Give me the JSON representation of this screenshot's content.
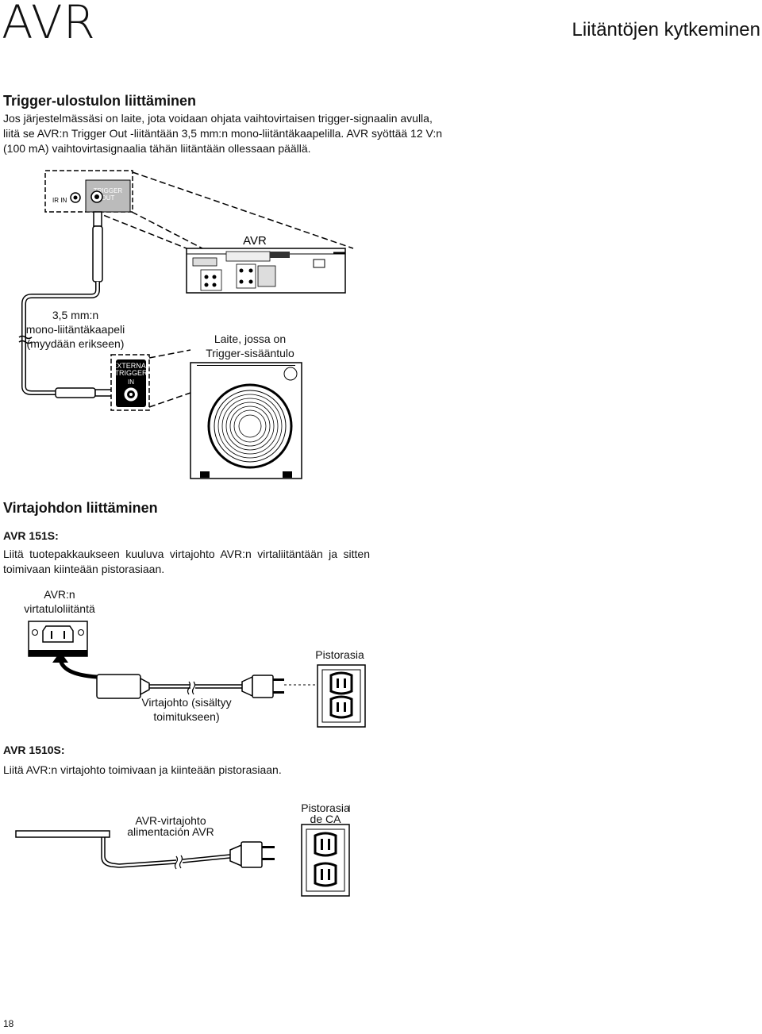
{
  "header": {
    "brand": "AVR",
    "chapter_title": "Liitäntöjen kytkeminen"
  },
  "trigger_section": {
    "heading": "Trigger-ulostulon liittäminen",
    "body_lines": [
      "Jos järjestelmässäsi on laite, jota voidaan ohjata vaihtovirtaisen trigger-signaalin avulla,",
      "liitä se AVR:n Trigger Out -liitäntään 3,5 mm:n mono-liitäntäkaapelilla. AVR syöttää 12 V:n",
      "(100 mA) vaihtovirtasignaalia tähän liitäntään ollessaan päällä."
    ],
    "diagram": {
      "ir_in_label": "IR IN",
      "trigger_out_label_1": "TRIGGER",
      "trigger_out_label_2": "OUT",
      "avr_label": "AVR",
      "cable_label_lines": [
        "3,5 mm:n",
        "mono-liitäntäkaapeli",
        "(myydään erikseen)"
      ],
      "device_label_lines": [
        "Laite, jossa on",
        "Trigger-sisääntulo"
      ],
      "external_trigger_1": "EXTERNAL",
      "external_trigger_2": "TRIGGER",
      "external_trigger_in": "IN"
    }
  },
  "power_section": {
    "heading": "Virtajohdon liittäminen",
    "model_a": {
      "title": "AVR 151S:",
      "body": "Liitä tuotepakkaukseen kuuluva virtajohto AVR:n virtaliitäntään ja sitten toimivaan kiinteään pistorasiaan.",
      "inlet_label_lines": [
        "AVR:n",
        "virtatuloliitäntä"
      ],
      "outlet_label": "Pistorasia",
      "cord_label_lines": [
        "Virtajohto (sisältyy",
        "toimitukseen)"
      ]
    },
    "model_b": {
      "title": "AVR 1510S:",
      "body": "Liitä AVR:n virtajohto toimivaan ja kiinteään pistorasiaan.",
      "cord_label_lines": [
        "AVR-virtajohto",
        "alimentación AVR"
      ],
      "outlet_label_lines": [
        "Pistorasia",
        "de CA"
      ],
      "stray_mark": "l"
    }
  },
  "footer": {
    "page_number": "18"
  }
}
